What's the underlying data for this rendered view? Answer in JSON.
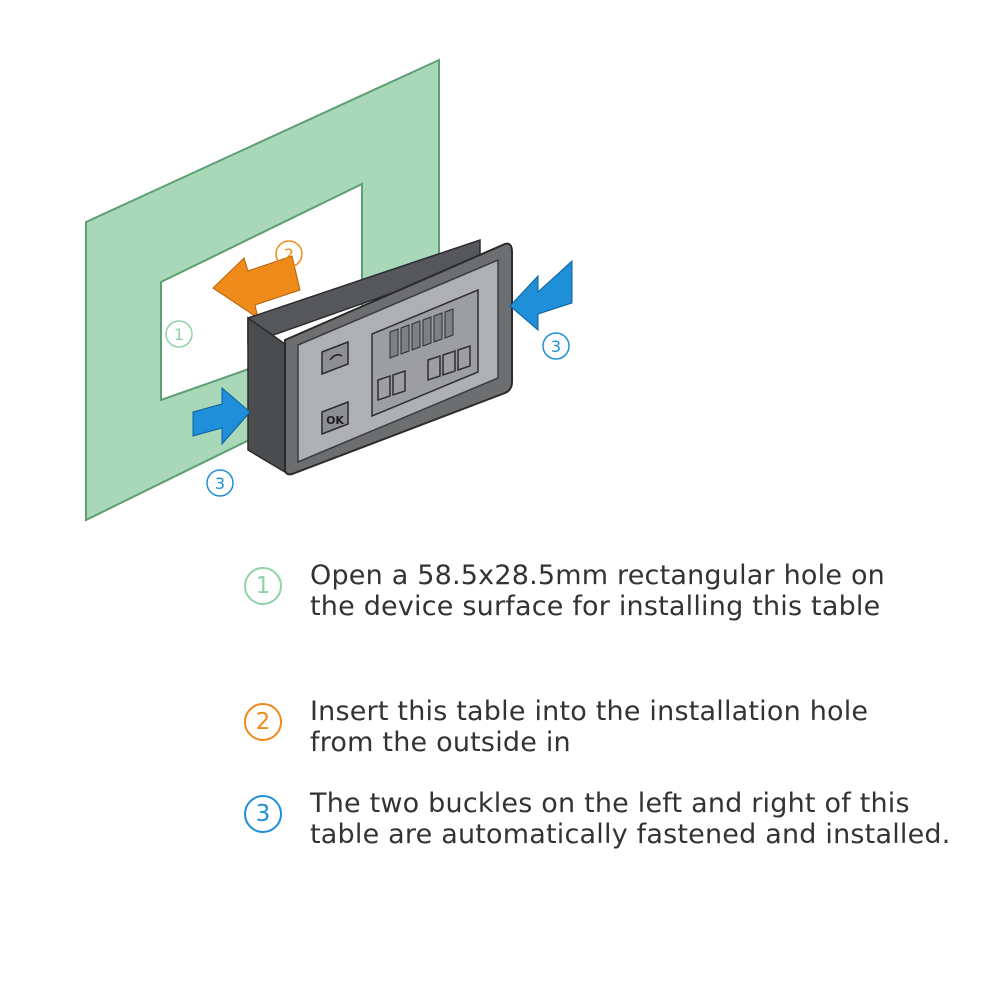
{
  "colors": {
    "panel": "#a8d8b8",
    "panel_stroke": "#6fb285",
    "step1": "#8fd3a6",
    "step2": "#ee8b1a",
    "step3": "#1e8fd8",
    "meter_body": "#6c6e70",
    "meter_face": "#aeb0b3"
  },
  "diagram": {
    "marker_1": "1",
    "marker_2": "2",
    "marker_3_right": "3",
    "marker_3_left": "3",
    "button_back_icon": "back-arrow-icon",
    "button_ok_label": "OK"
  },
  "steps": [
    {
      "num": "1",
      "line1": "Open a 58.5x28.5mm rectangular hole on",
      "line2": "the device surface for installing this table"
    },
    {
      "num": "2",
      "line1": "Insert this table into the installation hole",
      "line2": "from the outside in"
    },
    {
      "num": "3",
      "line1": "The two buckles on the left and right of this",
      "line2": "table are automatically fastened and installed."
    }
  ]
}
